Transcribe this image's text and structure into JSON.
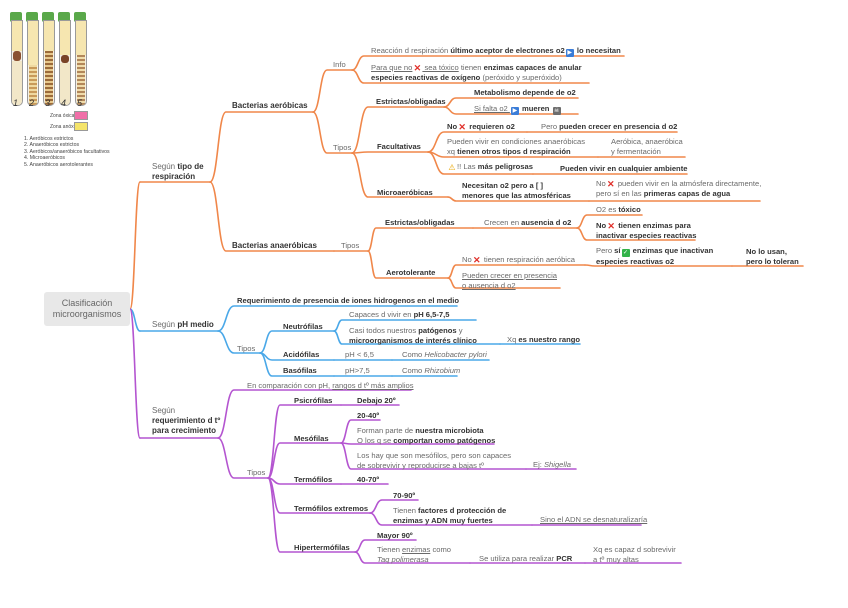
{
  "root": {
    "line1": "Clasificación",
    "line2": "microorganismos"
  },
  "legend": {
    "tube_numbers": [
      "1",
      "2",
      "3",
      "4",
      "5"
    ],
    "zone_toxic": "Zona óxica:",
    "zone_anoxic": "Zona anóxica:",
    "items": [
      "1.   Aeróbicos estrictos",
      "2.   Anaeróbicos estrictos",
      "3.   Aeróbicos/anaeróbicos facultativos",
      "4.   Microaeróbicos",
      "5.   Anaeróbicos aerotolerantes"
    ],
    "colors": {
      "toxic": "#f06fa8",
      "anoxic": "#f5e46a"
    }
  },
  "colors": {
    "orange": "#f0874a",
    "blue": "#4aa8e8",
    "purple": "#b455d0",
    "root": "#e8e8e8"
  },
  "respiracion": {
    "label_a": "Según ",
    "label_b": "tipo de",
    "label_c": "respiración",
    "aerobicas": {
      "title": "Bacterias aeróbicas",
      "info": "Info",
      "info1_a": "Reacción d respiración ",
      "info1_b": "último aceptor de electrones o2",
      "info1_c": " lo necesitan",
      "info2_a": "Para que no",
      "info2_b": " sea tóxico",
      "info2_c": " tienen ",
      "info2_d": "enzimas capaces de anular",
      "info2_e": "especies reactivas de oxígeno",
      "info2_f": " (peróxido y superóxido)",
      "tipos": "Tipos",
      "estrictas": "Estrictas/obligadas",
      "estr1": "Metabolismo depende de o2",
      "estr2_a": "Si falta o2 ",
      "estr2_b": " mueren ",
      "facultativas": "Facultativas",
      "fac1_a": "No",
      "fac1_b": " requieren o2",
      "fac1_c": "Pero ",
      "fac1_d": "pueden crecer en presencia d o2",
      "fac2_a": "Pueden vivir en condiciones anaeróbicas",
      "fac2_b": "xq ",
      "fac2_c": "tienen otros tipos d respiración",
      "fac2_d": "Aeróbica, anaeróbica",
      "fac2_e": "y fermentación",
      "fac3_a": "!! Las ",
      "fac3_b": "más peligrosas",
      "fac3_c": "Pueden vivir en cualquier ambiente",
      "micro": "Microaeróbicas",
      "mic1_a": "Necesitan o2 pero a [ ]",
      "mic1_b": "menores que las atmosféricas",
      "mic2_a": "No",
      "mic2_b": " pueden vivir en la atmósfera directamente,",
      "mic2_c": "pero sí en las ",
      "mic2_d": "primeras capas de agua"
    },
    "anaerobicas": {
      "title": "Bacterias anaeróbicas",
      "tipos": "Tipos",
      "estrictas": "Estrictas/obligadas",
      "estr1_a": "Crecen en ",
      "estr1_b": "ausencia d o2",
      "estr2_a": "O2 es ",
      "estr2_b": "tóxico",
      "estr3_a": "No",
      "estr3_b": " tienen enzimas para",
      "estr3_c": "inactivar especies reactivas",
      "aero": "Aerotolerante",
      "aer1_a": "No",
      "aer1_b": " tienen respiración aeróbica",
      "aer2_a": "Pero ",
      "aer2_b": "sí",
      "aer2_c": " enzimas que inactivan",
      "aer2_d": "especies reactivas o2",
      "aer3_a": "No lo usan,",
      "aer3_b": "pero lo toleran",
      "aer4_a": "Pueden crecer en presencia",
      "aer4_b": "o ausencia d o2"
    }
  },
  "ph": {
    "label_a": "Según ",
    "label_b": "pH medio",
    "req": "Requerimiento de presencia de iones hidrogenos en el medio",
    "tipos": "Tipos",
    "neutro": "Neutrófilas",
    "neu1_a": "Capaces d vivir en ",
    "neu1_b": "pH 6,5-7,5",
    "neu2_a": "Casi todos nuestros ",
    "neu2_b": "patógenos",
    "neu2_c": " y",
    "neu2_d": "microorganismos de interés clínico",
    "neu3_a": "Xq ",
    "neu3_b": "es nuestro rango",
    "acido": "Acidófilas",
    "aci1": "pH < 6,5",
    "aci2_a": "Como ",
    "aci2_b": "Helicobacter pylori",
    "baso": "Basófilas",
    "bas1": "pH>7,5",
    "bas2_a": "Como ",
    "bas2_b": "Rhizobium"
  },
  "temp": {
    "label_a": "Según",
    "label_b": "requerimiento d tº",
    "label_c": "para crecimiento",
    "comp_a": "En comparación con pH, ",
    "comp_b": "rangos d tº más amplios",
    "tipos": "Tipos",
    "psicro": "Psicrófilas",
    "psi1": "Debajo 20º",
    "meso": "Mesófilas",
    "mes1": "20-40º",
    "mes2_a": "Forman parte de ",
    "mes2_b": "nuestra microbiota",
    "mes2_c": "O los q se ",
    "mes2_d": "comportan como patógenos",
    "mes3_a": "Los hay que son mesófilos, pero son capaces",
    "mes3_b": "de sobrevivir y reproducirse a bajas tº",
    "mes4_a": "Ej: ",
    "mes4_b": "Shigella",
    "termo": "Termófilos",
    "ter1": "40-70º",
    "extremos": "Termófilos extremos",
    "ext1": "70-90º",
    "ext2_a": "Tienen ",
    "ext2_b": "factores d protección de",
    "ext2_c": "enzimas y ADN muy fuertes",
    "ext3": "Sino el ADN se desnaturalizaría",
    "hiper": "Hipertermófilas",
    "hip1": "Mayor 90º",
    "hip2_a": "Tienen ",
    "hip2_b": "enzimas",
    "hip2_c": " como",
    "hip2_d": "Taq polimerasa",
    "hip3_a": "Se utiliza para realizar ",
    "hip3_b": "PCR",
    "hip4_a": "Xq es capaz d sobrevivir",
    "hip4_b": "a tº muy altas"
  }
}
